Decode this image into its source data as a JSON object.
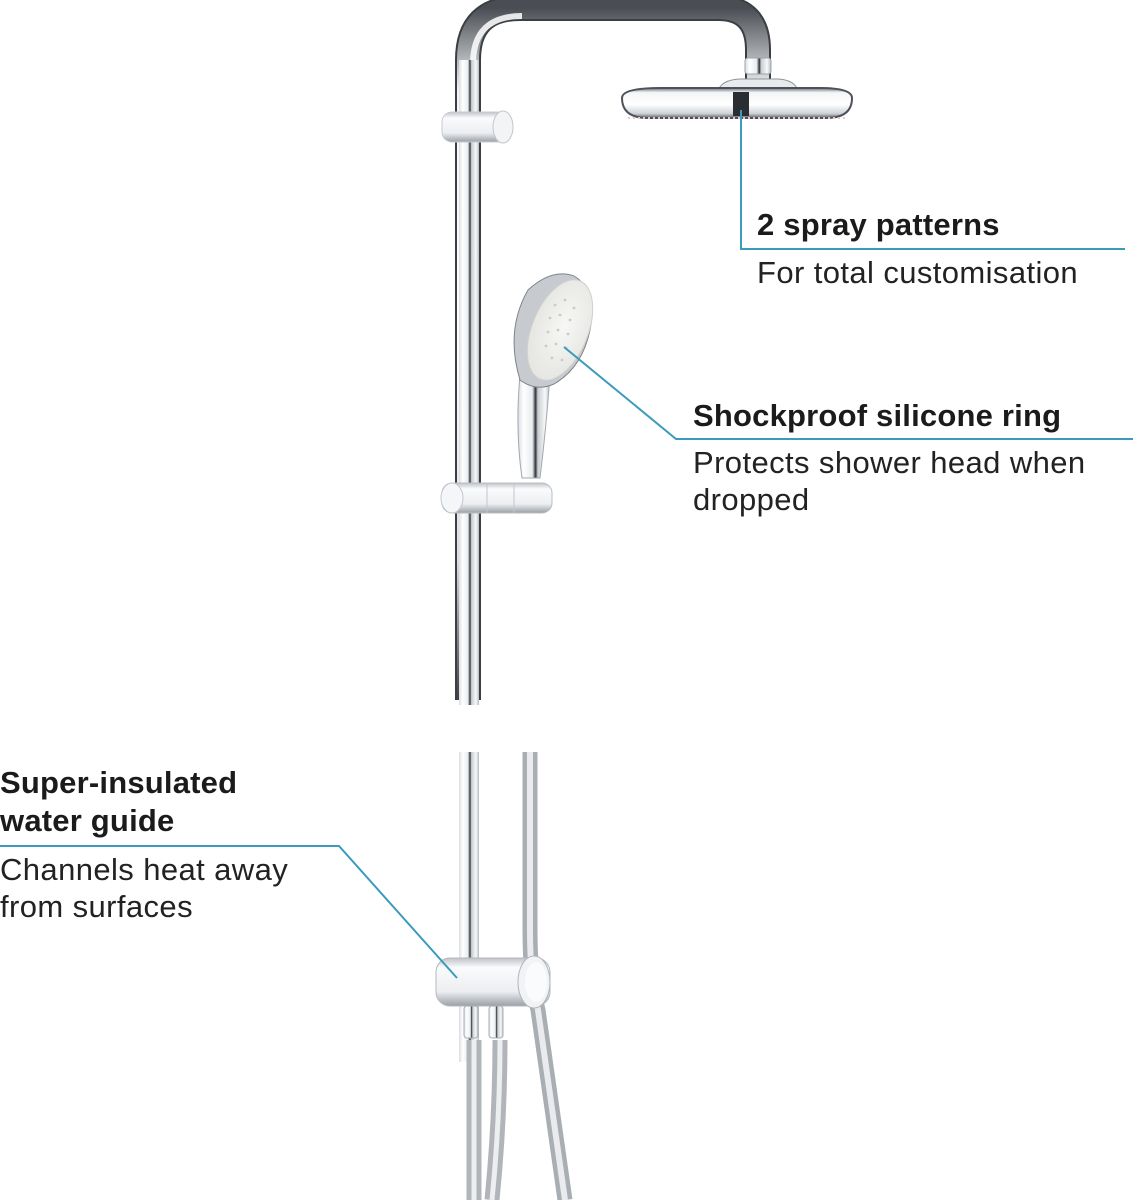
{
  "product": {
    "components": [
      "rain-shower-head",
      "shower-arm",
      "riser-rail",
      "hand-shower",
      "sliding-holder",
      "hose",
      "diverter-connector"
    ]
  },
  "colors": {
    "callout_line": "#3b9bbd",
    "title_text": "#1b1b1b",
    "body_text": "#222222",
    "background": "#ffffff",
    "chrome_light": "#f2f4f6",
    "chrome_dark": "#3a3d42"
  },
  "callouts": [
    {
      "id": "spray-patterns",
      "title": "2 spray patterns",
      "description": "For total customisation",
      "points_to": "rain-shower-head"
    },
    {
      "id": "silicone-ring",
      "title": "Shockproof silicone ring",
      "description": "Protects shower head when dropped",
      "points_to": "hand-shower"
    },
    {
      "id": "water-guide",
      "title": "Super-insulated water guide",
      "title_lines": [
        "Super-insulated",
        "water guide"
      ],
      "description": "Channels heat away from surfaces",
      "points_to": "diverter-connector"
    }
  ]
}
